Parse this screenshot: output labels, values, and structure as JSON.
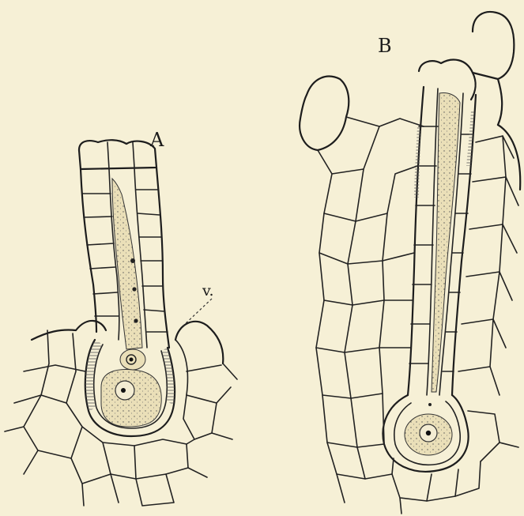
{
  "figure": {
    "background_color": "#f6f0d6",
    "ink_color": "#1d1d1d",
    "panel_a": {
      "label": "A",
      "annotation": "v."
    },
    "panel_b": {
      "label": "B"
    }
  }
}
